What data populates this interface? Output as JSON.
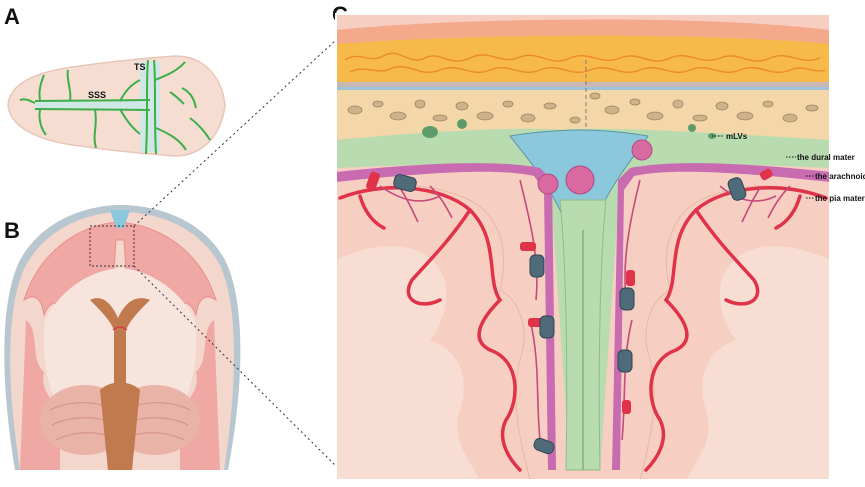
{
  "panels": {
    "a": "A",
    "b": "B",
    "c": "C"
  },
  "panel_a": {
    "ts_label": "TS",
    "sss_label": "SSS"
  },
  "panel_c": {
    "mlvs_label": "mLVs",
    "dura_label": "the dural mater",
    "arachnoid_label": "the arachnoid",
    "pia_label": "the pia mater"
  },
  "colors": {
    "skin": "#f4a98b",
    "fat": "#f7b94a",
    "bone": "#f4d7a8",
    "dura": "#b9dbb0",
    "sinus": "#8cc8dc",
    "arachnoid": "#c86bb0",
    "brain": "#f6cfc2",
    "artery": "#e0334a",
    "vein": "#4f6b7a",
    "vessel_green": "#3fae49"
  }
}
